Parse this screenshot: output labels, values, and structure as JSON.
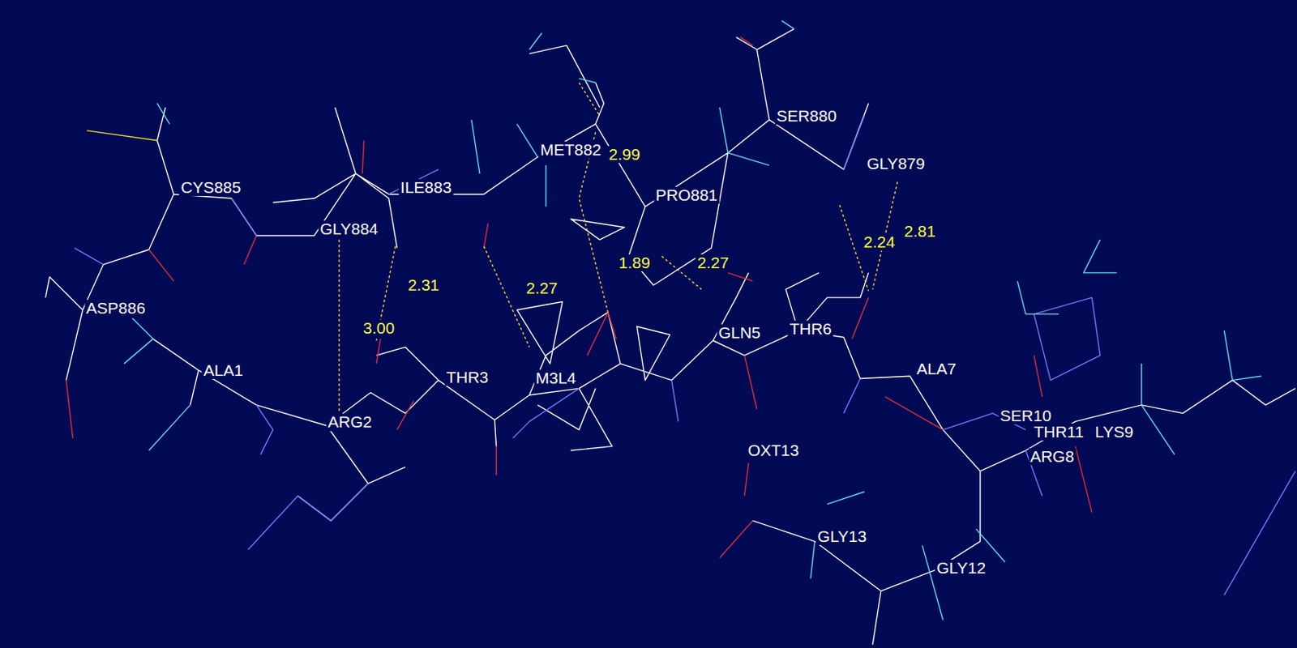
{
  "diagram": {
    "labels": [
      "SER880",
      "GLY879",
      "MET882",
      "2.99",
      "PRO881",
      "CYS885",
      "ILE883",
      "GLY884",
      "2.81",
      "2.24",
      "2.31",
      "1.89",
      "2.27",
      "2.27",
      "ASP886",
      "3.00",
      "GLN5",
      "THR6",
      "ALA1",
      "ALA7",
      "THR3",
      "M3L4",
      "ARG2",
      "SER10",
      "THR11",
      "LYS9",
      "ARG8",
      "OXT13",
      "GLY13",
      "GLY12"
    ]
  }
}
